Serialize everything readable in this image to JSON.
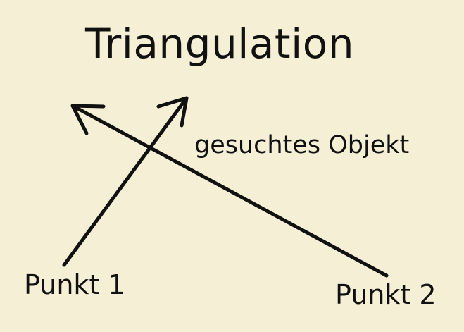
{
  "title": "Triangulation",
  "labels": {
    "object": "gesuchtes Objekt",
    "point1": "Punkt 1",
    "point2": "Punkt 2"
  },
  "colors": {
    "background": "#f5efd6",
    "ink": "#111111"
  }
}
